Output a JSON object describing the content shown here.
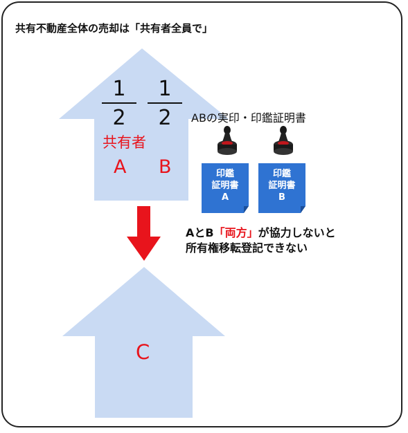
{
  "title": "共有不動産全体の売却は「共有者全員で」",
  "shares": [
    {
      "numerator": "1",
      "denominator": "2"
    },
    {
      "numerator": "1",
      "denominator": "2"
    }
  ],
  "owners": {
    "label": "共有者",
    "a": "A",
    "b": "B"
  },
  "seal_caption": "ABの実印・印鑑証明書",
  "certificates": [
    {
      "line1": "印鑑",
      "line2": "証明書",
      "line3": "A"
    },
    {
      "line1": "印鑑",
      "line2": "証明書",
      "line3": "B"
    }
  ],
  "note": {
    "prefix": "AとB",
    "highlight": "「両方」",
    "suffix": "が協力しないと",
    "line2": "所有権移転登記できない"
  },
  "buyer": "C",
  "colors": {
    "house_fill": "#c9daf3",
    "arrow_red": "#e8141c",
    "doc_blue": "#2f73d2",
    "text_red": "#e8141c"
  },
  "icons": [
    "seal-stamp-icon",
    "certificate-doc-icon",
    "down-arrow-icon"
  ]
}
